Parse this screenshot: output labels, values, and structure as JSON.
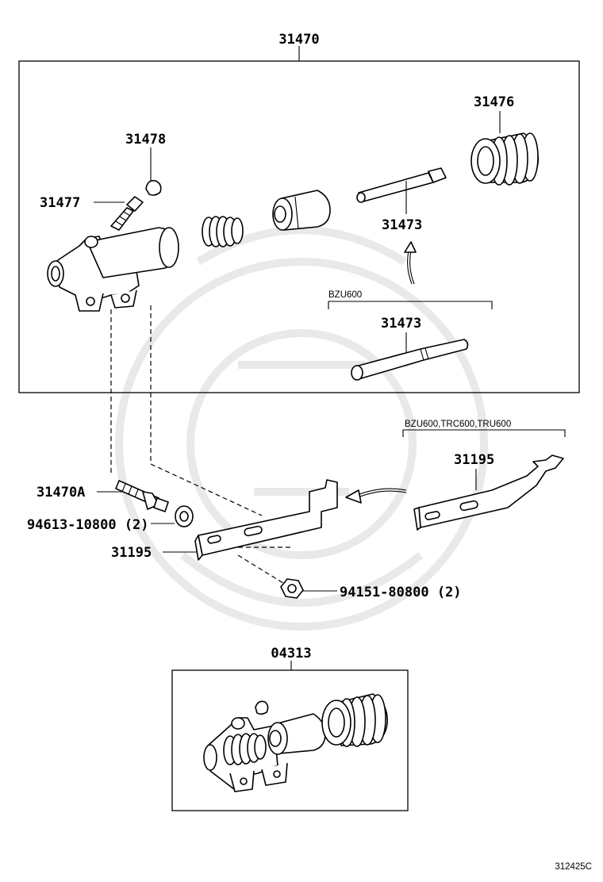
{
  "labels": {
    "assembly": "31470",
    "boot": "31476",
    "bleeder_cap": "31478",
    "bleeder_plug": "31477",
    "push_rod": "31473",
    "push_rod_variant": "31473",
    "variant_bzu600": "BZU600",
    "variant_multi": "BZU600,TRC600,TRU600",
    "bracket_variant": "31195",
    "stud": "31470A",
    "washer": "94613-10800 (2)",
    "bracket": "31195",
    "nut": "94151-80800 (2)",
    "repair_kit": "04313",
    "figure_code": "312425C"
  }
}
